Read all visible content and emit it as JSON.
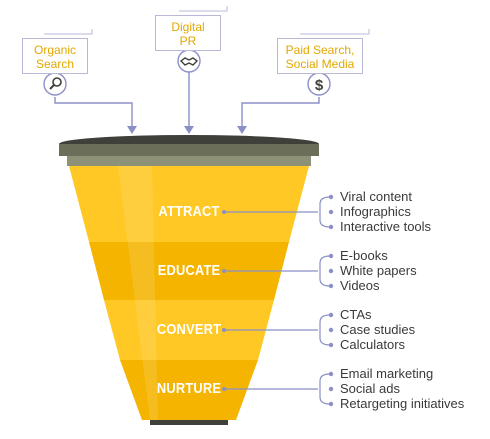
{
  "sources": [
    {
      "lines": [
        "Organic",
        "Search"
      ],
      "icon": "magnifier-icon"
    },
    {
      "lines": [
        "Digital",
        "PR"
      ],
      "icon": "handshake-icon"
    },
    {
      "lines": [
        "Paid Search,",
        "Social Media"
      ],
      "icon": "dollar-icon"
    }
  ],
  "stages": [
    {
      "label": "ATTRACT",
      "items": [
        "Viral content",
        "Infographics",
        "Interactive tools"
      ]
    },
    {
      "label": "EDUCATE",
      "items": [
        "E-books",
        "White papers",
        "Videos"
      ]
    },
    {
      "label": "CONVERT",
      "items": [
        "CTAs",
        "Case studies",
        "Calculators"
      ]
    },
    {
      "label": "NURTURE",
      "items": [
        "Email marketing",
        "Social ads",
        "Retargeting initiatives"
      ]
    }
  ],
  "colors": {
    "funnel_band_light": "#ffc825",
    "funnel_band_dark": "#f4b400",
    "funnel_rim": "#6b6f5a",
    "funnel_rim_top": "#3f403a",
    "source_text": "#e3a800",
    "connector": "#8a8fc7"
  }
}
